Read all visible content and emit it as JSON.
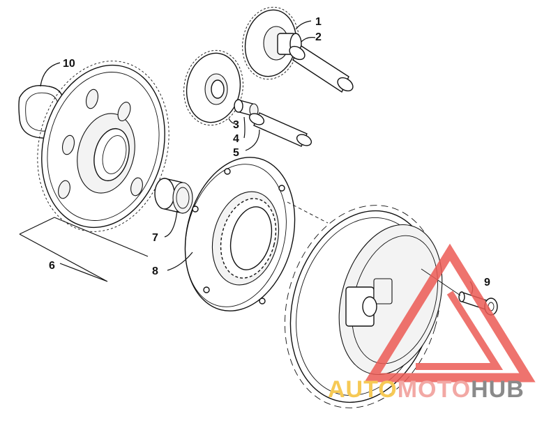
{
  "diagram": {
    "callouts": [
      {
        "id": "1",
        "label": "1"
      },
      {
        "id": "2",
        "label": "2"
      },
      {
        "id": "3",
        "label": "3"
      },
      {
        "id": "4",
        "label": "4"
      },
      {
        "id": "5",
        "label": "5"
      },
      {
        "id": "6",
        "label": "6"
      },
      {
        "id": "7",
        "label": "7"
      },
      {
        "id": "8",
        "label": "8"
      },
      {
        "id": "9",
        "label": "9"
      },
      {
        "id": "10",
        "label": "10"
      }
    ]
  },
  "watermark": {
    "part_auto": "AUTO",
    "part_moto": "MOTO",
    "part_hub": "HUB",
    "colors": {
      "auto": "#f6c955",
      "moto": "#f2a8a4",
      "hub": "#8a8a8a",
      "logo": "#ec5b55"
    }
  }
}
